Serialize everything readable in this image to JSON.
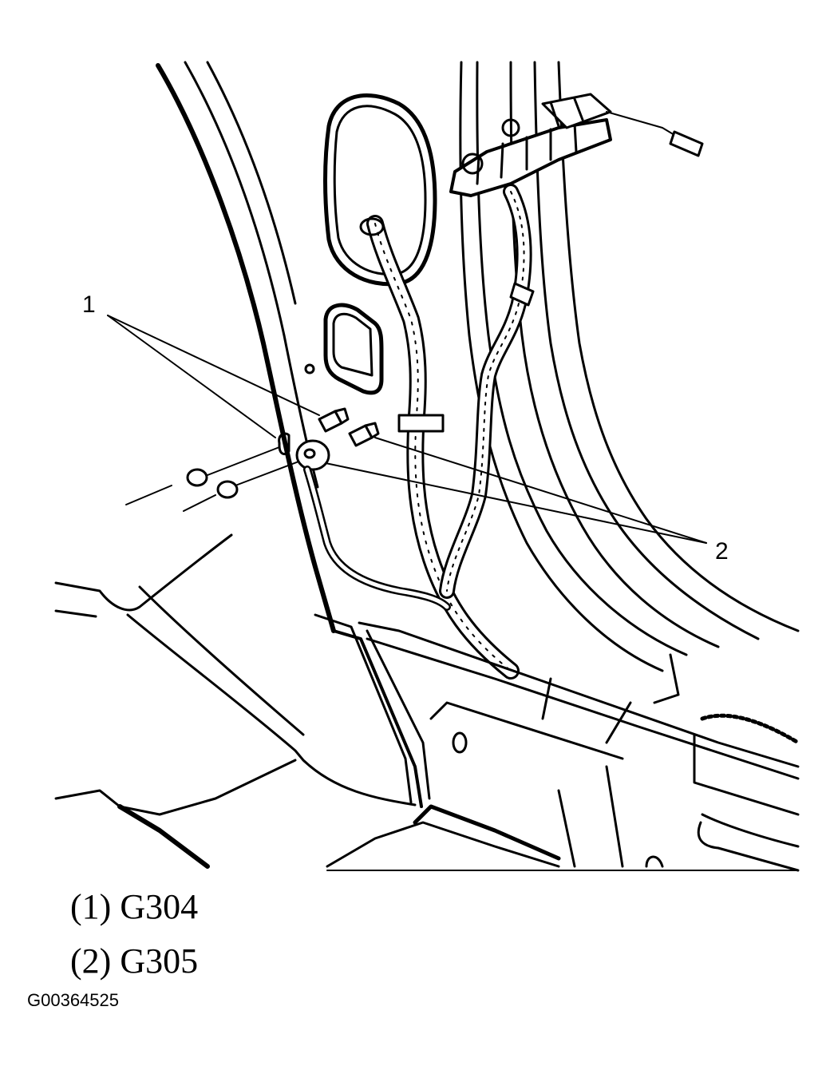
{
  "callouts": {
    "one": "1",
    "two": "2"
  },
  "legend": [
    {
      "number": "(1)",
      "code": "G304"
    },
    {
      "number": "(2)",
      "code": "G305"
    }
  ],
  "figure_id": "G00364525",
  "colors": {
    "line": "#000000",
    "background": "#ffffff"
  }
}
